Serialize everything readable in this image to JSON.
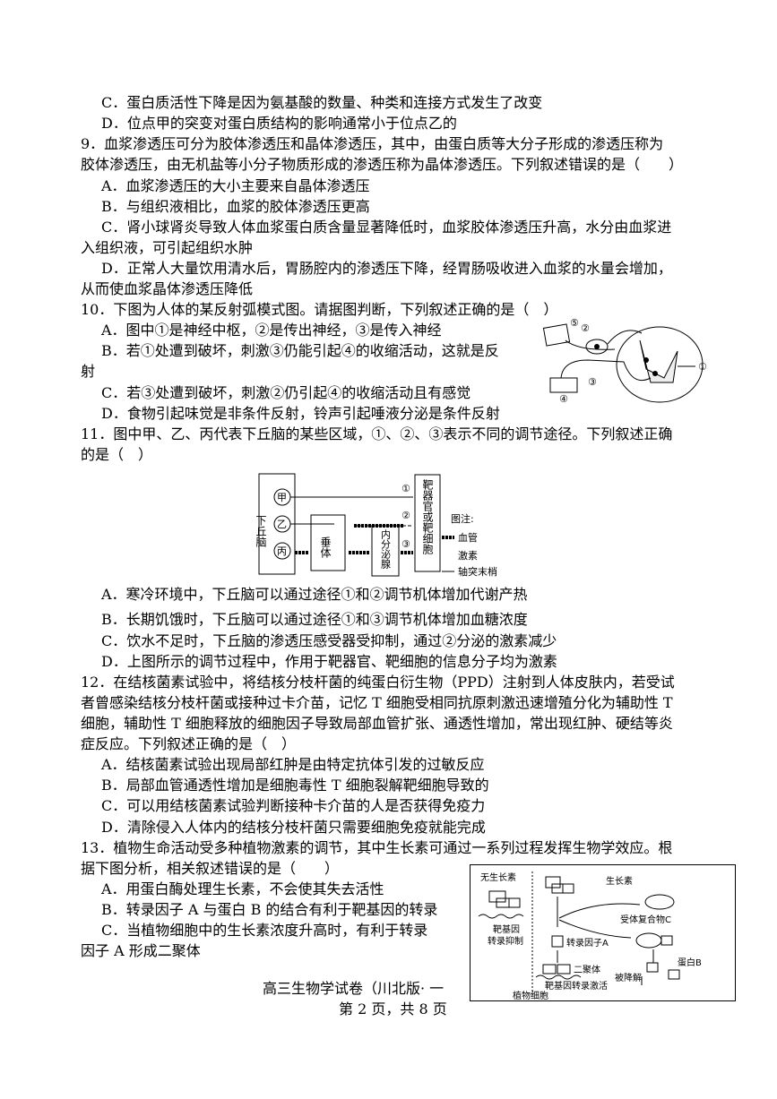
{
  "lines": [
    {
      "kind": "o",
      "text": "C．蛋白质活性下降是因为氨基酸的数量、种类和连接方式发生了改变"
    },
    {
      "kind": "o",
      "text": "D．位点甲的突变对蛋白质结构的影响通常小于位点乙的"
    },
    {
      "kind": "q",
      "text": "9．血浆渗透压可分为胶体渗透压和晶体渗透压，其中，由蛋白质等大分子形成的渗透压称为"
    },
    {
      "kind": "q",
      "text": "胶体渗透压，由无机盐等小分子物质形成的渗透压称为晶体渗透压。下列叙述错误的是（　　）"
    },
    {
      "kind": "o",
      "text": "A．血浆渗透压的大小主要来自晶体渗透压"
    },
    {
      "kind": "o",
      "text": "B．与组织液相比，血浆的胶体渗透压更高"
    },
    {
      "kind": "o",
      "text": "C．肾小球肾炎导致人体血浆蛋白质含量显著降低时，血浆胶体渗透压升高，水分由血浆进"
    },
    {
      "kind": "q",
      "text": "入组织液，可引起组织水肿"
    },
    {
      "kind": "o",
      "text": "D．正常人大量饮用清水后，胃肠腔内的渗透压下降，经胃肠吸收进入血浆的水量会增加，"
    },
    {
      "kind": "q",
      "text": "从而使血浆晶体渗透压降低"
    },
    {
      "kind": "q",
      "text": "10．下图为人体的某反射弧模式图。请据图判断，下列叙述正确的是（　）"
    },
    {
      "kind": "o",
      "text": "A．图中①是神经中枢，②是传出神经，③是传入神经"
    },
    {
      "kind": "o",
      "text": "B．若①处遭到破坏，刺激③仍能引起④的收缩活动，这就是反"
    },
    {
      "kind": "q",
      "text": "射"
    },
    {
      "kind": "o",
      "text": "C．若③处遭到破坏，刺激②仍引起④的收缩活动且有感觉"
    },
    {
      "kind": "o",
      "text": "D．食物引起味觉是非条件反射，铃声引起唾液分泌是条件反射"
    },
    {
      "kind": "q",
      "text": "11．图中甲、乙、丙代表下丘脑的某些区域，①、②、③表示不同的调节途径。下列叙述正确"
    },
    {
      "kind": "q",
      "text": "的是（　）"
    },
    {
      "kind": "o",
      "text": "A．寒冷环境中，下丘脑可以通过途径①和②调节机体增加代谢产热"
    },
    {
      "kind": "o",
      "text": "B．长期饥饿时，下丘脑可以通过途径①和③调节机体增加血糖浓度"
    },
    {
      "kind": "o",
      "text": "C．饮水不足时，下丘脑的渗透压感受器受抑制，通过②分泌的激素减少"
    },
    {
      "kind": "o",
      "text": "D．上图所示的调节过程中，作用于靶器官、靶细胞的信息分子均为激素"
    },
    {
      "kind": "q",
      "text": "12．在结核菌素试验中，将结核分枝杆菌的纯蛋白衍生物（PPD）注射到人体皮肤内，若受试"
    },
    {
      "kind": "q",
      "text": "者曾感染结核分枝杆菌或接种过卡介苗，记忆 T 细胞受相同抗原刺激迅速增殖分化为辅助性 T"
    },
    {
      "kind": "q",
      "text": "细胞，辅助性 T 细胞释放的细胞因子导致局部血管扩张、通透性增加，常出现红肿、硬结等炎"
    },
    {
      "kind": "q",
      "text": "症反应。下列叙述正确的是（　）"
    },
    {
      "kind": "o",
      "text": "A．结核菌素试验出现局部红肿是由特定抗体引发的过敏反应"
    },
    {
      "kind": "o",
      "text": "B．局部血管通透性增加是细胞毒性 T 细胞裂解靶细胞导致的"
    },
    {
      "kind": "o",
      "text": "C．可以用结核菌素试验判断接种卡介苗的人是否获得免疫力"
    },
    {
      "kind": "o",
      "text": "D．清除侵入人体内的结核分枝杆菌只需要细胞免疫就能完成"
    },
    {
      "kind": "q",
      "text": "13．植物生命活动受多种植物激素的调节，其中生长素可通过一系列过程发挥生物学效应。根"
    },
    {
      "kind": "q",
      "text": "据下图分析，相关叙述错误的是（　　）"
    },
    {
      "kind": "o",
      "text": "A．用蛋白酶处理生长素，不会使其失去活性"
    },
    {
      "kind": "o",
      "text": "B．转录因子 A 与蛋白 B 的结合有利于靶基因的转录"
    },
    {
      "kind": "o",
      "text": "C．当植物细胞中的生长素浓度升高时，有利于转录"
    },
    {
      "kind": "q",
      "text": "因子 A 形成二聚体"
    }
  ],
  "fig10": {
    "labels": [
      "①",
      "②",
      "③",
      "④",
      "⑤"
    ]
  },
  "fig11": {
    "hypothalamus": "下丘脑",
    "jia": "甲",
    "yi": "乙",
    "bing": "丙",
    "pituitary": "垂体",
    "gland": "内分泌腺",
    "target": "靶器官或靶细胞",
    "p1": "①",
    "p2": "②",
    "p3": "③",
    "legend_title": "图注:",
    "legend_vessel": "血管",
    "legend_hormone": "激素",
    "legend_axon": "轴突末梢"
  },
  "fig13": {
    "no_auxin": "无生长素",
    "repress1": "靶基因",
    "repress2": "转录抑制",
    "auxin": "生长素",
    "complexC": "受体复合物C",
    "tfA": "转录因子A",
    "dimer": "二聚体",
    "activate": "靶基因转录激活",
    "proteinB": "蛋白B",
    "degraded": "被降解",
    "cell": "植物细胞"
  },
  "footer": {
    "title": "高三生物学试卷（川北版· 一",
    "page": "第 2 页，共 8 页"
  }
}
